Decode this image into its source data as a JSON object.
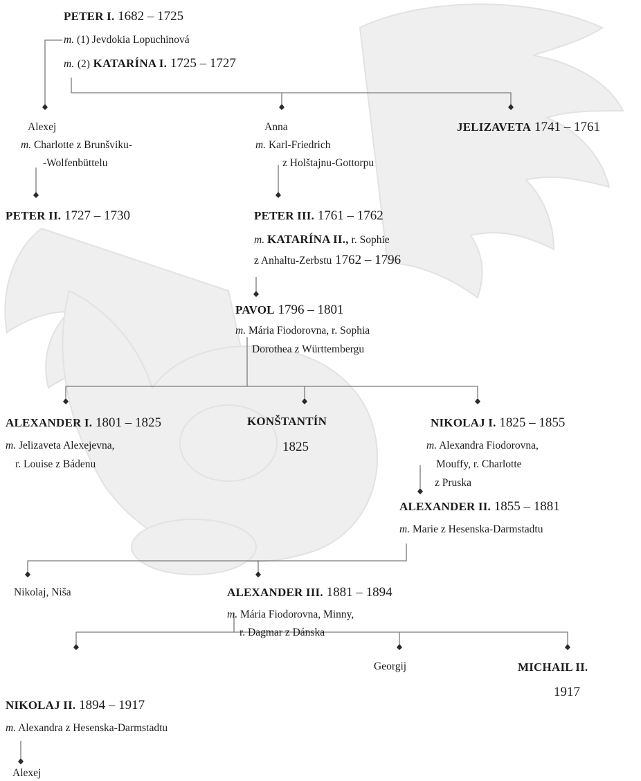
{
  "m": "m.",
  "peter1": {
    "name": "PETER I.",
    "years": "1682 – 1725",
    "spouse1_label": "(1)",
    "spouse1": "Jevdokia Lopuchinová",
    "spouse2_label": "(2)",
    "spouse2": "KATARÍNA I.",
    "spouse2_years": "1725 – 1727"
  },
  "alexej": {
    "name": "Alexej",
    "spouse_line1": "Charlotte z Brunšviku-",
    "spouse_line2": "-Wolfenbüttelu"
  },
  "anna": {
    "name": "Anna",
    "spouse_line1": "Karl-Friedrich",
    "spouse_line2": "z Holštajnu-Gottorpu"
  },
  "jelizaveta": {
    "name": "JELIZAVETA",
    "years": "1741 – 1761"
  },
  "peter2": {
    "name": "PETER II.",
    "years": "1727 – 1730"
  },
  "peter3": {
    "name": "PETER III.",
    "years": "1761 – 1762",
    "spouse_name": "KATARÍNA II.,",
    "spouse_rest": "r. Sophie",
    "spouse_line2": "z Anhaltu-Zerbstu",
    "spouse_years": "1762 – 1796"
  },
  "pavol": {
    "name": "PAVOL",
    "years": "1796 – 1801",
    "spouse_line1": "Mária Fiodorovna, r. Sophia",
    "spouse_line2": "Dorothea z Württembergu"
  },
  "alexander1": {
    "name": "ALEXANDER I.",
    "years": "1801 – 1825",
    "spouse_line1": "Jelizaveta Alexejevna,",
    "spouse_line2": "r. Louise z Bádenu"
  },
  "konstantin": {
    "name": "KONŠTANTÍN",
    "years": "1825"
  },
  "nikolaj1": {
    "name": "NIKOLAJ I.",
    "years": "1825 – 1855",
    "spouse_line1": "Alexandra Fiodorovna,",
    "spouse_line2": "Mouffy, r. Charlotte",
    "spouse_line3": "z Pruska"
  },
  "alexander2": {
    "name": "ALEXANDER II.",
    "years": "1855 – 1881",
    "spouse": "Marie z Hesenska-Darmstadtu"
  },
  "nikolaj_nisa": {
    "name": "Nikolaj, Niša"
  },
  "alexander3": {
    "name": "ALEXANDER III.",
    "years": "1881 – 1894",
    "spouse_line1": "Mária Fiodorovna, Minny,",
    "spouse_line2": "r. Dagmar z Dánska"
  },
  "nikolaj2": {
    "name": "NIKOLAJ II.",
    "years": "1894 – 1917",
    "spouse": "Alexandra z Hesenska-Darmstadtu"
  },
  "georgij": {
    "name": "Georgij"
  },
  "michail2": {
    "name": "MICHAIL II.",
    "years": "1917"
  },
  "alexej2": {
    "name": "Alexej"
  },
  "colors": {
    "text": "#1c1c1c",
    "line": "#7a7a7a",
    "watermark": "#ececec"
  }
}
